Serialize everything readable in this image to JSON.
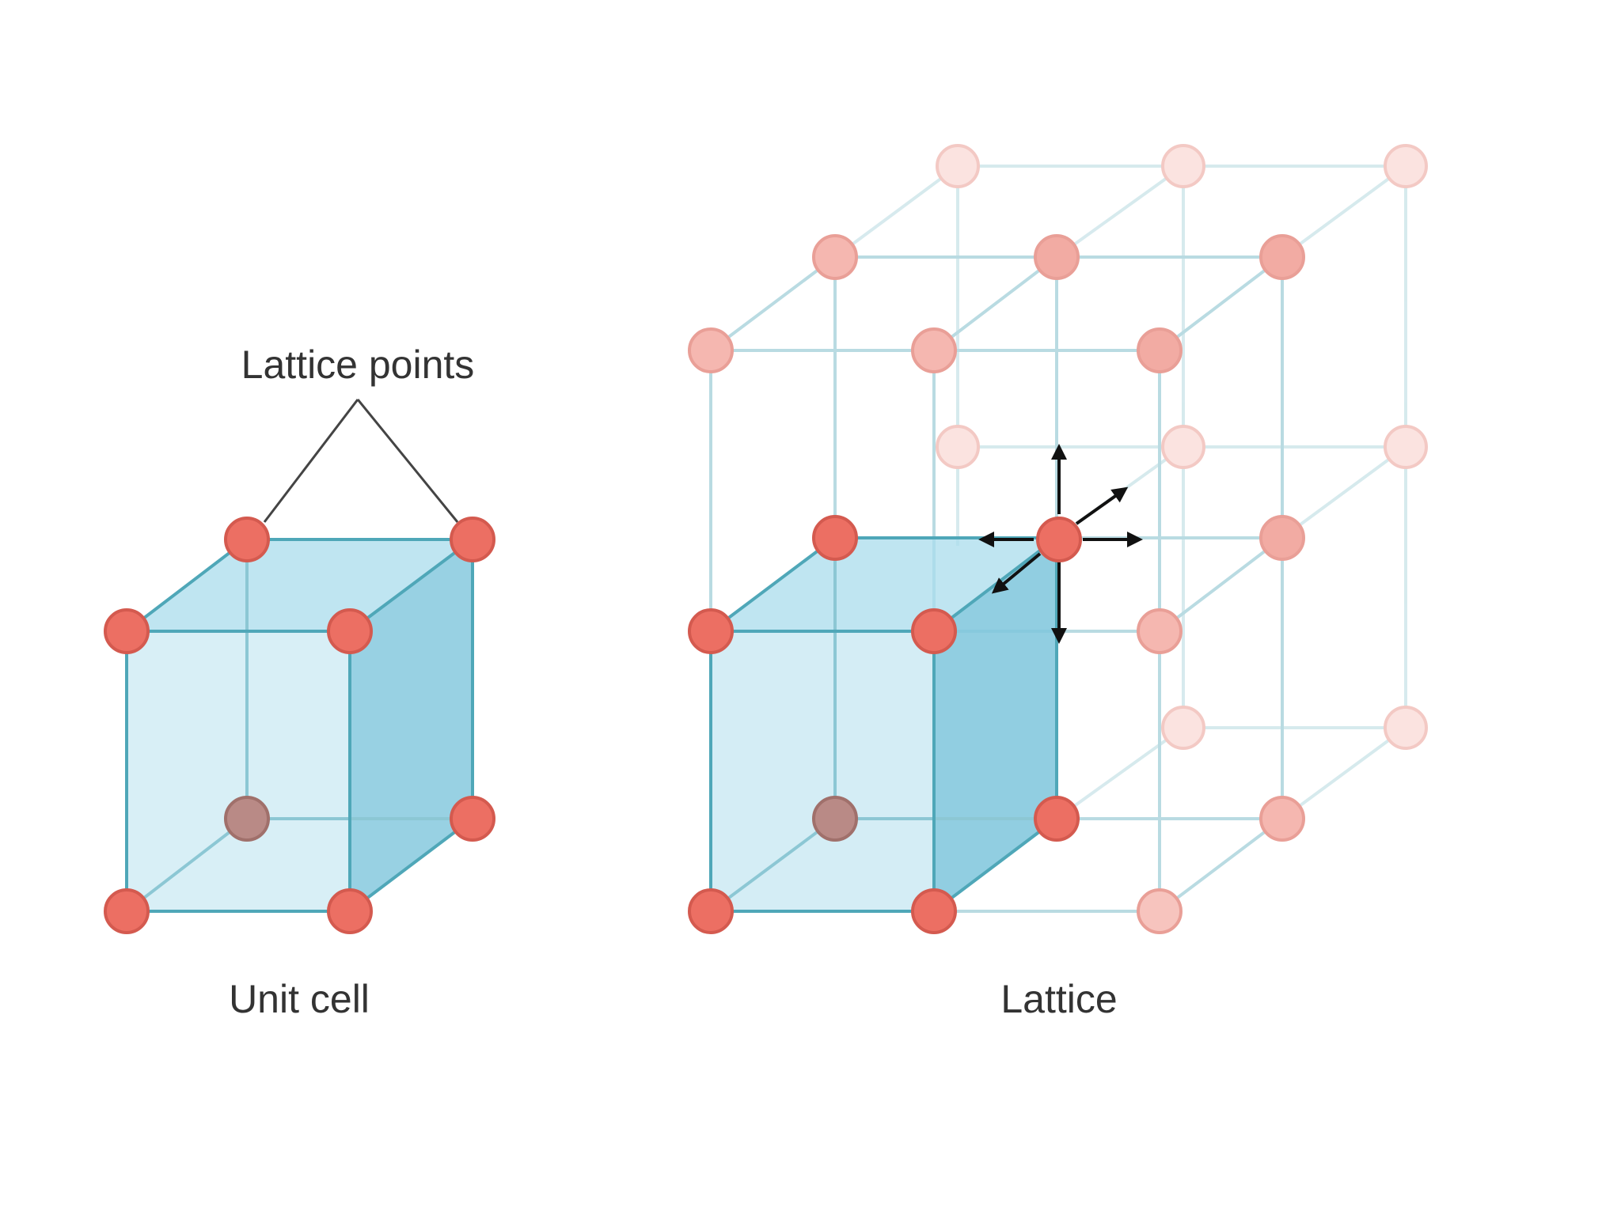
{
  "labels": {
    "lattice_points": "Lattice points",
    "unit_cell": "Unit cell",
    "lattice": "Lattice"
  },
  "colors": {
    "cube_fill": "#a9dcec",
    "cube_edge": "#4fa7b8",
    "lattice_edge": "#b9dbe2",
    "point_fill": "#ec6f63",
    "point_stroke": "#d45a4f",
    "hidden_point_fill": "#b98a86",
    "arrow": "#111111",
    "text": "#333333"
  }
}
